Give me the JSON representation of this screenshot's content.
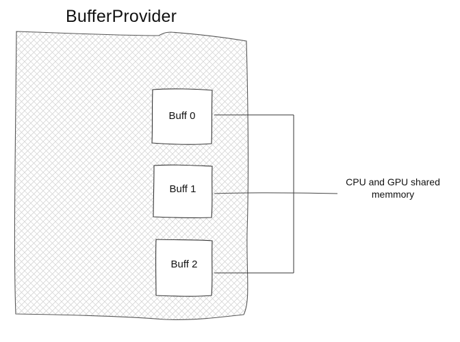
{
  "diagram": {
    "title": "BufferProvider",
    "container": {
      "label": "BufferProvider",
      "fill_pattern": "crosshatch",
      "hatch_color": "#d4d4d4",
      "stroke_color": "#444444"
    },
    "buffers": [
      {
        "label": "Buff 0"
      },
      {
        "label": "Buff 1"
      },
      {
        "label": "Buff 2"
      }
    ],
    "annotation": {
      "line1": "CPU and GPU shared",
      "line2": "memmory"
    },
    "connections": [
      {
        "from": "Buff 0",
        "to": "bracket"
      },
      {
        "from": "Buff 1",
        "to": "annotation"
      },
      {
        "from": "Buff 2",
        "to": "bracket"
      }
    ]
  }
}
